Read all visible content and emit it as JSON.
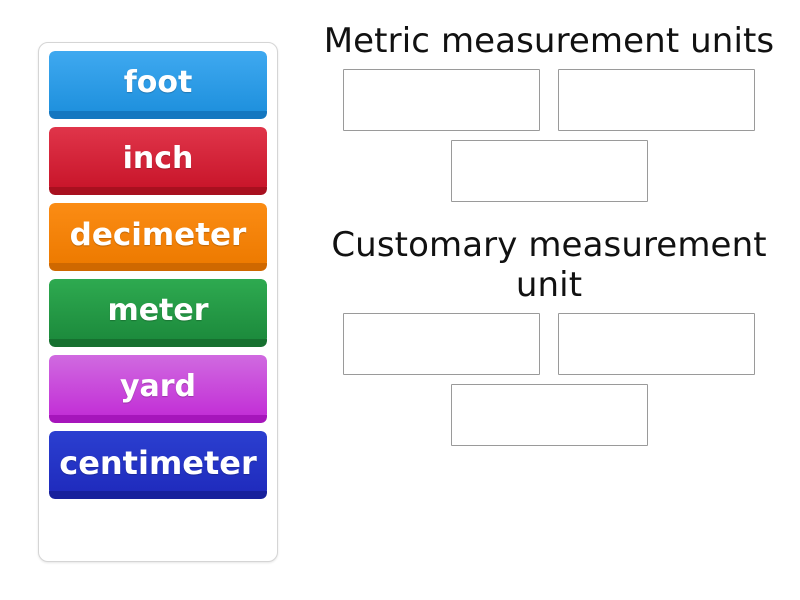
{
  "activity": {
    "type": "group-sort",
    "tray_label": "Draggable word tiles"
  },
  "tiles": [
    {
      "label": "foot",
      "color_top": "#3fa9f0",
      "color_bottom": "#1e90dd",
      "lip": "#1477c0",
      "font_size": 30
    },
    {
      "label": "inch",
      "color_top": "#e0354a",
      "color_bottom": "#c8152a",
      "lip": "#a8101f",
      "font_size": 30
    },
    {
      "label": "decimeter",
      "color_top": "#fb8c14",
      "color_bottom": "#ed7a00",
      "lip": "#cf6800",
      "font_size": 31
    },
    {
      "label": "meter",
      "color_top": "#2eaa50",
      "color_bottom": "#1c8a3c",
      "lip": "#16702f",
      "font_size": 30
    },
    {
      "label": "yard",
      "color_top": "#d06ae0",
      "color_bottom": "#c22ed6",
      "lip": "#a615bb",
      "font_size": 30
    },
    {
      "label": "centimeter",
      "color_top": "#2b3fd0",
      "color_bottom": "#1f2bbd",
      "lip": "#18219c",
      "font_size": 32
    }
  ],
  "categories": [
    {
      "title": "Metric measurement units",
      "dropzones": [
        {
          "content": ""
        },
        {
          "content": ""
        },
        {
          "content": ""
        }
      ]
    },
    {
      "title": "Customary measurement unit",
      "dropzones": [
        {
          "content": ""
        },
        {
          "content": ""
        },
        {
          "content": ""
        }
      ]
    }
  ],
  "colors": {
    "tray_border": "#d5d5d5",
    "dropzone_border": "#9a9a9a",
    "background": "#ffffff",
    "title_text": "#111111",
    "tile_text": "#ffffff"
  }
}
